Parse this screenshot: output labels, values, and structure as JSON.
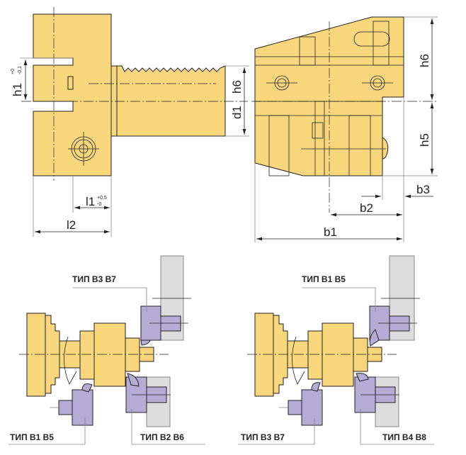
{
  "dimensions": {
    "h1": "h1",
    "h1_tol_upper": "+0",
    "h1_tol_lower": "-0,1",
    "h6_left": "h6",
    "d1": "d1",
    "l1": "l1",
    "l1_tol_upper": "+0,5",
    "l1_tol_lower": "-0",
    "l2": "l2",
    "h6_right": "h6",
    "h5": "h5",
    "b1": "b1",
    "b2": "b2",
    "b3": "b3"
  },
  "labels": {
    "left_top": "ТИП В3 В7",
    "left_bottom_left": "ТИП В1 В5",
    "left_bottom_right": "ТИП В2 В6",
    "right_top": "ТИП В1 В5",
    "right_bottom_left": "ТИП В3 В7",
    "right_bottom_right": "ТИП В4 В8"
  },
  "colors": {
    "body": "#f8d67c",
    "tool": "#b5acd6",
    "turret": "#dcdcdc"
  }
}
